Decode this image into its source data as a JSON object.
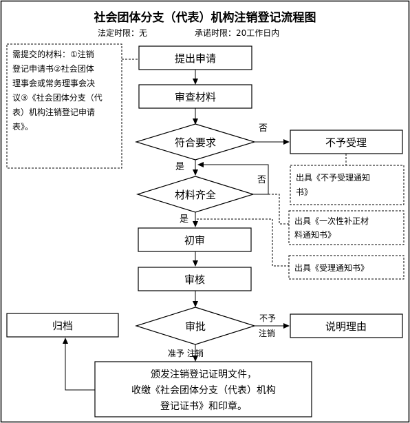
{
  "title": "社会团体分支（代表）机构注销登记流程图",
  "subtitle": {
    "legal_limit": "法定时限：无",
    "promised_limit": "承诺时限：20工作日内"
  },
  "materials_note": {
    "lines": [
      "需提交的材料：①注销",
      "登记申请书②社会团体",
      "理事会或常务理事会决",
      "议③《社会团体分支（代",
      "表）机构注销登记申请",
      "表》。"
    ]
  },
  "nodes": {
    "apply": "提出申请",
    "review_materials": "审查材料",
    "meets_requirements": "符合要求",
    "not_accepted": "不予受理",
    "materials_complete": "材料齐全",
    "initial_review": "初审",
    "verify": "审核",
    "approve": "审批",
    "explain_reason": "说明理由",
    "archive": "归档",
    "final_lines": [
      "颁发注销登记证明文件，",
      "收缴《社会团体分支（代表）机构",
      "登记证书》和印章。"
    ]
  },
  "notices": {
    "not_accepted_notice": [
      "出具《不予受理通知",
      "书》"
    ],
    "supplement_notice": [
      "出具《一次性补正材",
      "料通知书》"
    ],
    "accepted_notice": [
      "出具《受理通知书》"
    ]
  },
  "edge_labels": {
    "no_1": "否",
    "yes_1": "是",
    "no_2": "否",
    "yes_2": "是",
    "reject_line1": "不予",
    "reject_line2": "注销",
    "approve_label": "准予 注销"
  }
}
